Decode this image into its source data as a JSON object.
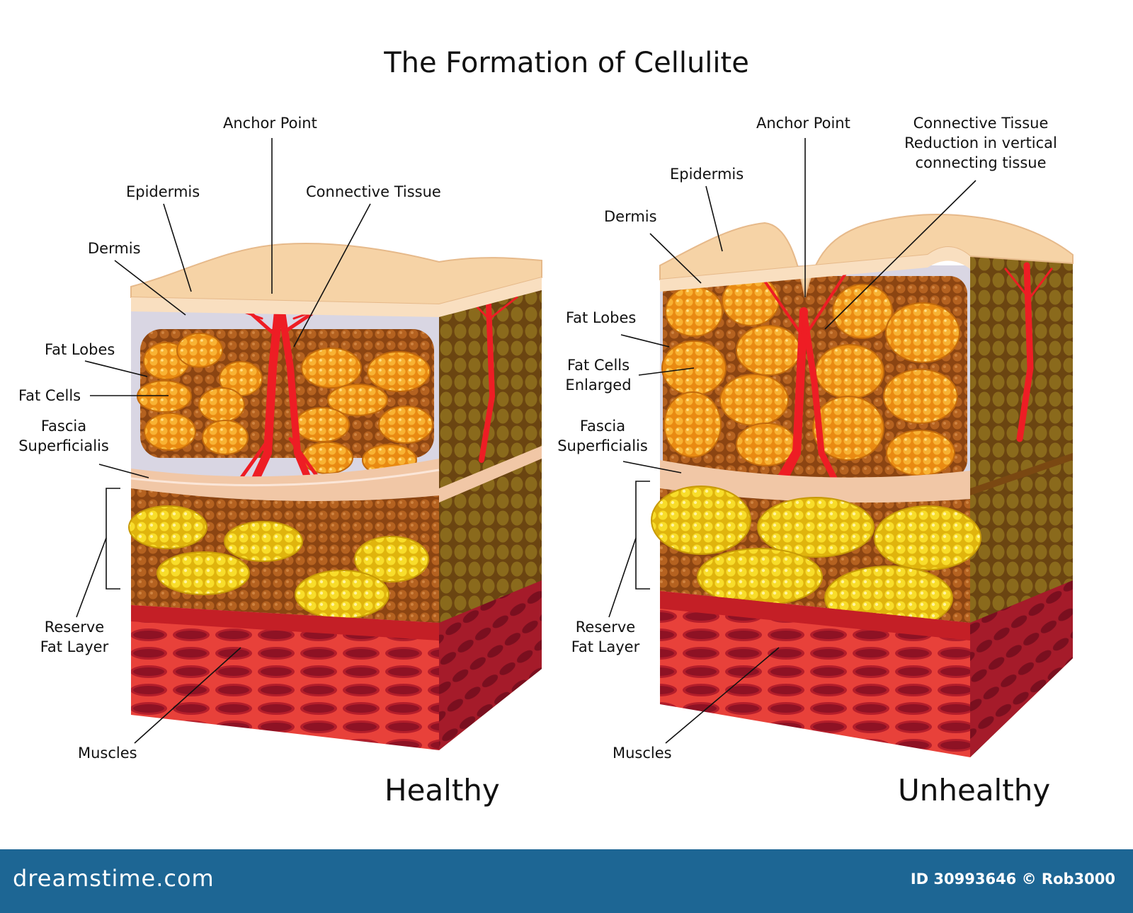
{
  "title": "The Formation of Cellulite",
  "healthy": {
    "caption": "Healthy",
    "labels": {
      "anchor_point": "Anchor Point",
      "epidermis": "Epidermis",
      "connective_tissue": "Connective Tissue",
      "dermis": "Dermis",
      "fat_lobes": "Fat Lobes",
      "fat_cells": "Fat Cells",
      "fascia_1": "Fascia",
      "fascia_2": "Superficialis",
      "reserve_1": "Reserve",
      "reserve_2": "Fat Layer",
      "muscles": "Muscles"
    }
  },
  "unhealthy": {
    "caption": "Unhealthy",
    "labels": {
      "anchor_point": "Anchor Point",
      "connective_1": "Connective Tissue",
      "connective_2": "Reduction in vertical",
      "connective_3": "connecting tissue",
      "epidermis": "Epidermis",
      "dermis": "Dermis",
      "fat_lobes": "Fat Lobes",
      "fat_cells_1": "Fat Cells",
      "fat_cells_2": "Enlarged",
      "fascia_1": "Fascia",
      "fascia_2": "Superficialis",
      "reserve_1": "Reserve",
      "reserve_2": "Fat Layer",
      "muscles": "Muscles"
    }
  },
  "footer": {
    "brand": "dreamstime.com",
    "credit": "ID 30993646 © Rob3000"
  },
  "colors": {
    "skin": "#f6d3a6",
    "dermis": "#d9d6e3",
    "fat_lobe": "#f29a1c",
    "brown_fat": "#9a4d17",
    "reserve_fat": "#f3d21c",
    "muscle": "#d8272d",
    "connective": "#ee1d24",
    "footer_bg": "#1d6694"
  }
}
